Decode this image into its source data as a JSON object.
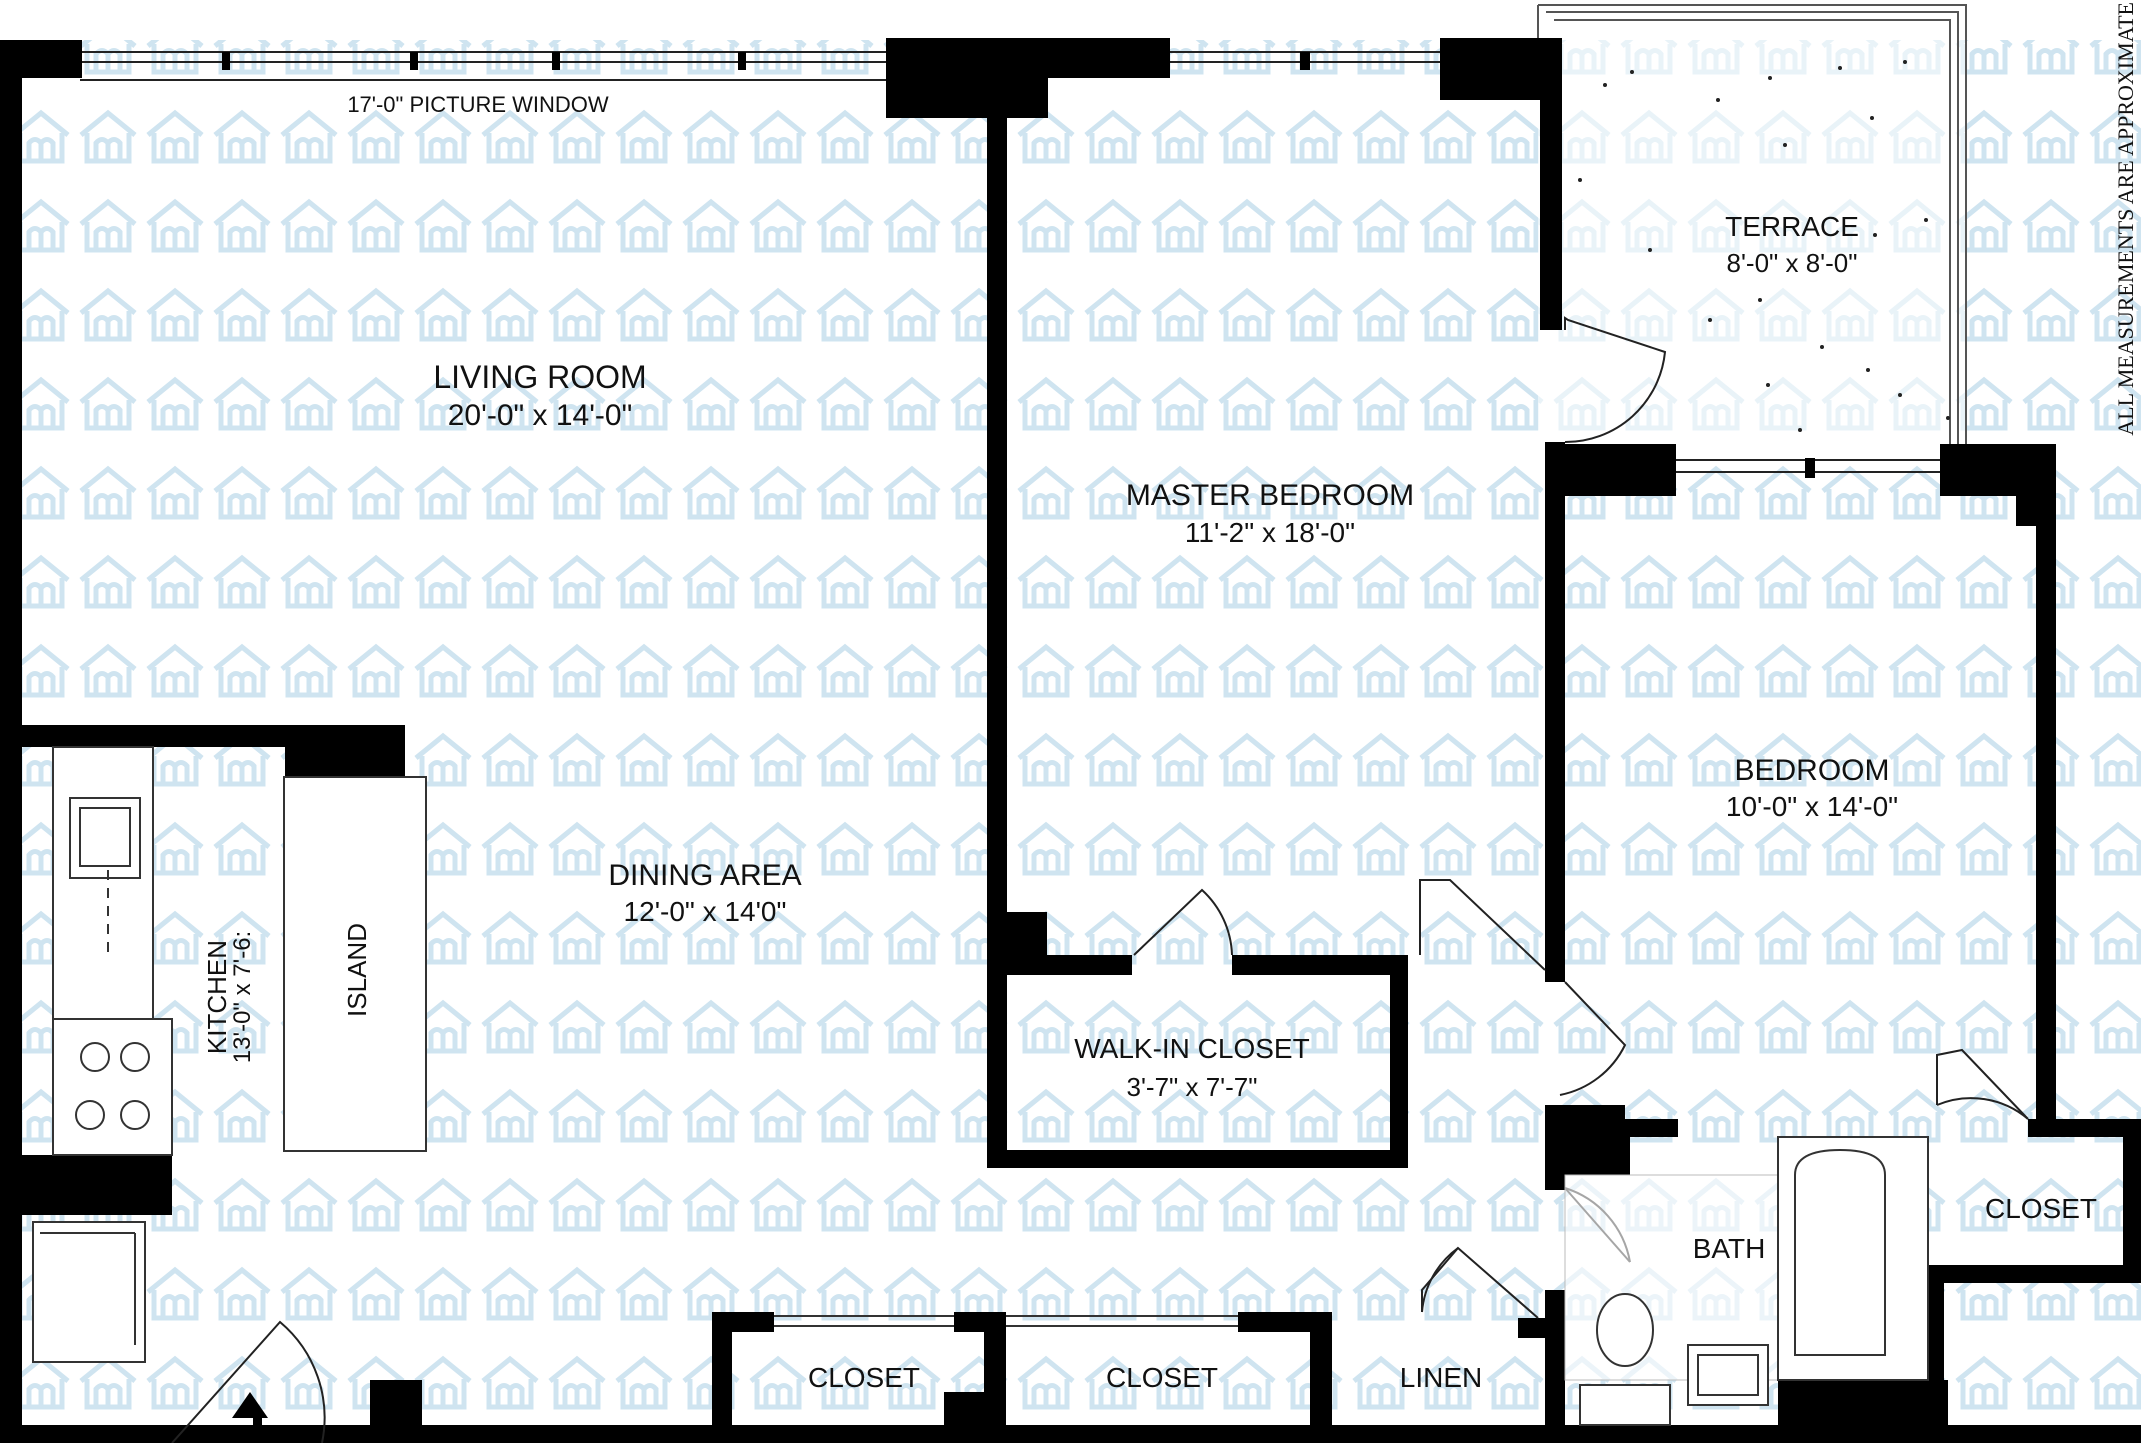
{
  "plan": {
    "window_label": "17'-0\" PICTURE WINDOW",
    "disclaimer": "ALL MEASUREMENTS ARE APPROXIMATE",
    "rooms": {
      "living": {
        "name": "LIVING ROOM",
        "dims": "20'-0\" x 14'-0\""
      },
      "master": {
        "name": "MASTER BEDROOM",
        "dims": "11'-2\" x 18'-0\""
      },
      "terrace": {
        "name": "TERRACE",
        "dims": "8'-0\" x 8'-0\""
      },
      "bedroom": {
        "name": "BEDROOM",
        "dims": "10'-0\" x 14'-0\""
      },
      "dining": {
        "name": "DINING AREA",
        "dims": "12'-0\" x 14'0\""
      },
      "kitchen": {
        "name": "KITCHEN",
        "dims": "13'-0\" x 7'-6:"
      },
      "island": {
        "name": "ISLAND"
      },
      "walkin": {
        "name": "WALK-IN CLOSET",
        "dims": "3'-7\" x 7'-7\""
      },
      "bath": {
        "name": "BATH"
      },
      "closet_bedroom": {
        "name": "CLOSET"
      },
      "closet_1": {
        "name": "CLOSET"
      },
      "closet_2": {
        "name": "CLOSET"
      },
      "linen": {
        "name": "LINEN"
      }
    },
    "colors": {
      "wall": "#000000",
      "watermark": "#cfe4f0",
      "terrace_dot": "#222222"
    }
  }
}
